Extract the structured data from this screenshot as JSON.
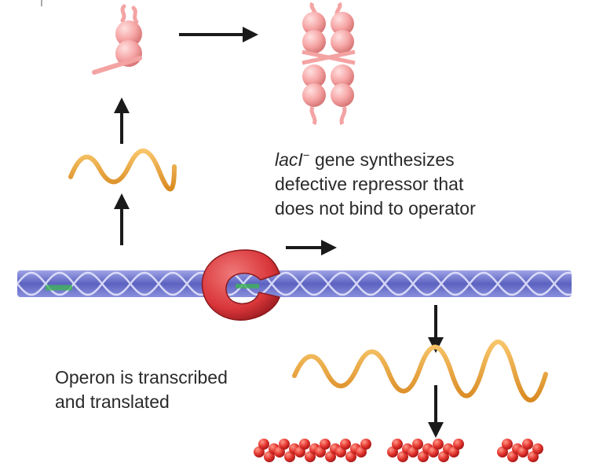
{
  "captions": {
    "repressor_gene": "lacI",
    "repressor_superscript": "−",
    "repressor_line1_rest": " gene synthesizes",
    "repressor_line2": "defective repressor that",
    "repressor_line3": "does not bind to operator",
    "operon_line1": "Operon is transcribed",
    "operon_line2": "and translated"
  },
  "colors": {
    "mrna": "#e8a43a",
    "repressor_subunit": "#f4a3a3",
    "rna_polymerase": "#d9363a",
    "protein": "#e0302c",
    "dna_backbone": "#6a6fc4",
    "arrow": "#1a1a1a"
  }
}
